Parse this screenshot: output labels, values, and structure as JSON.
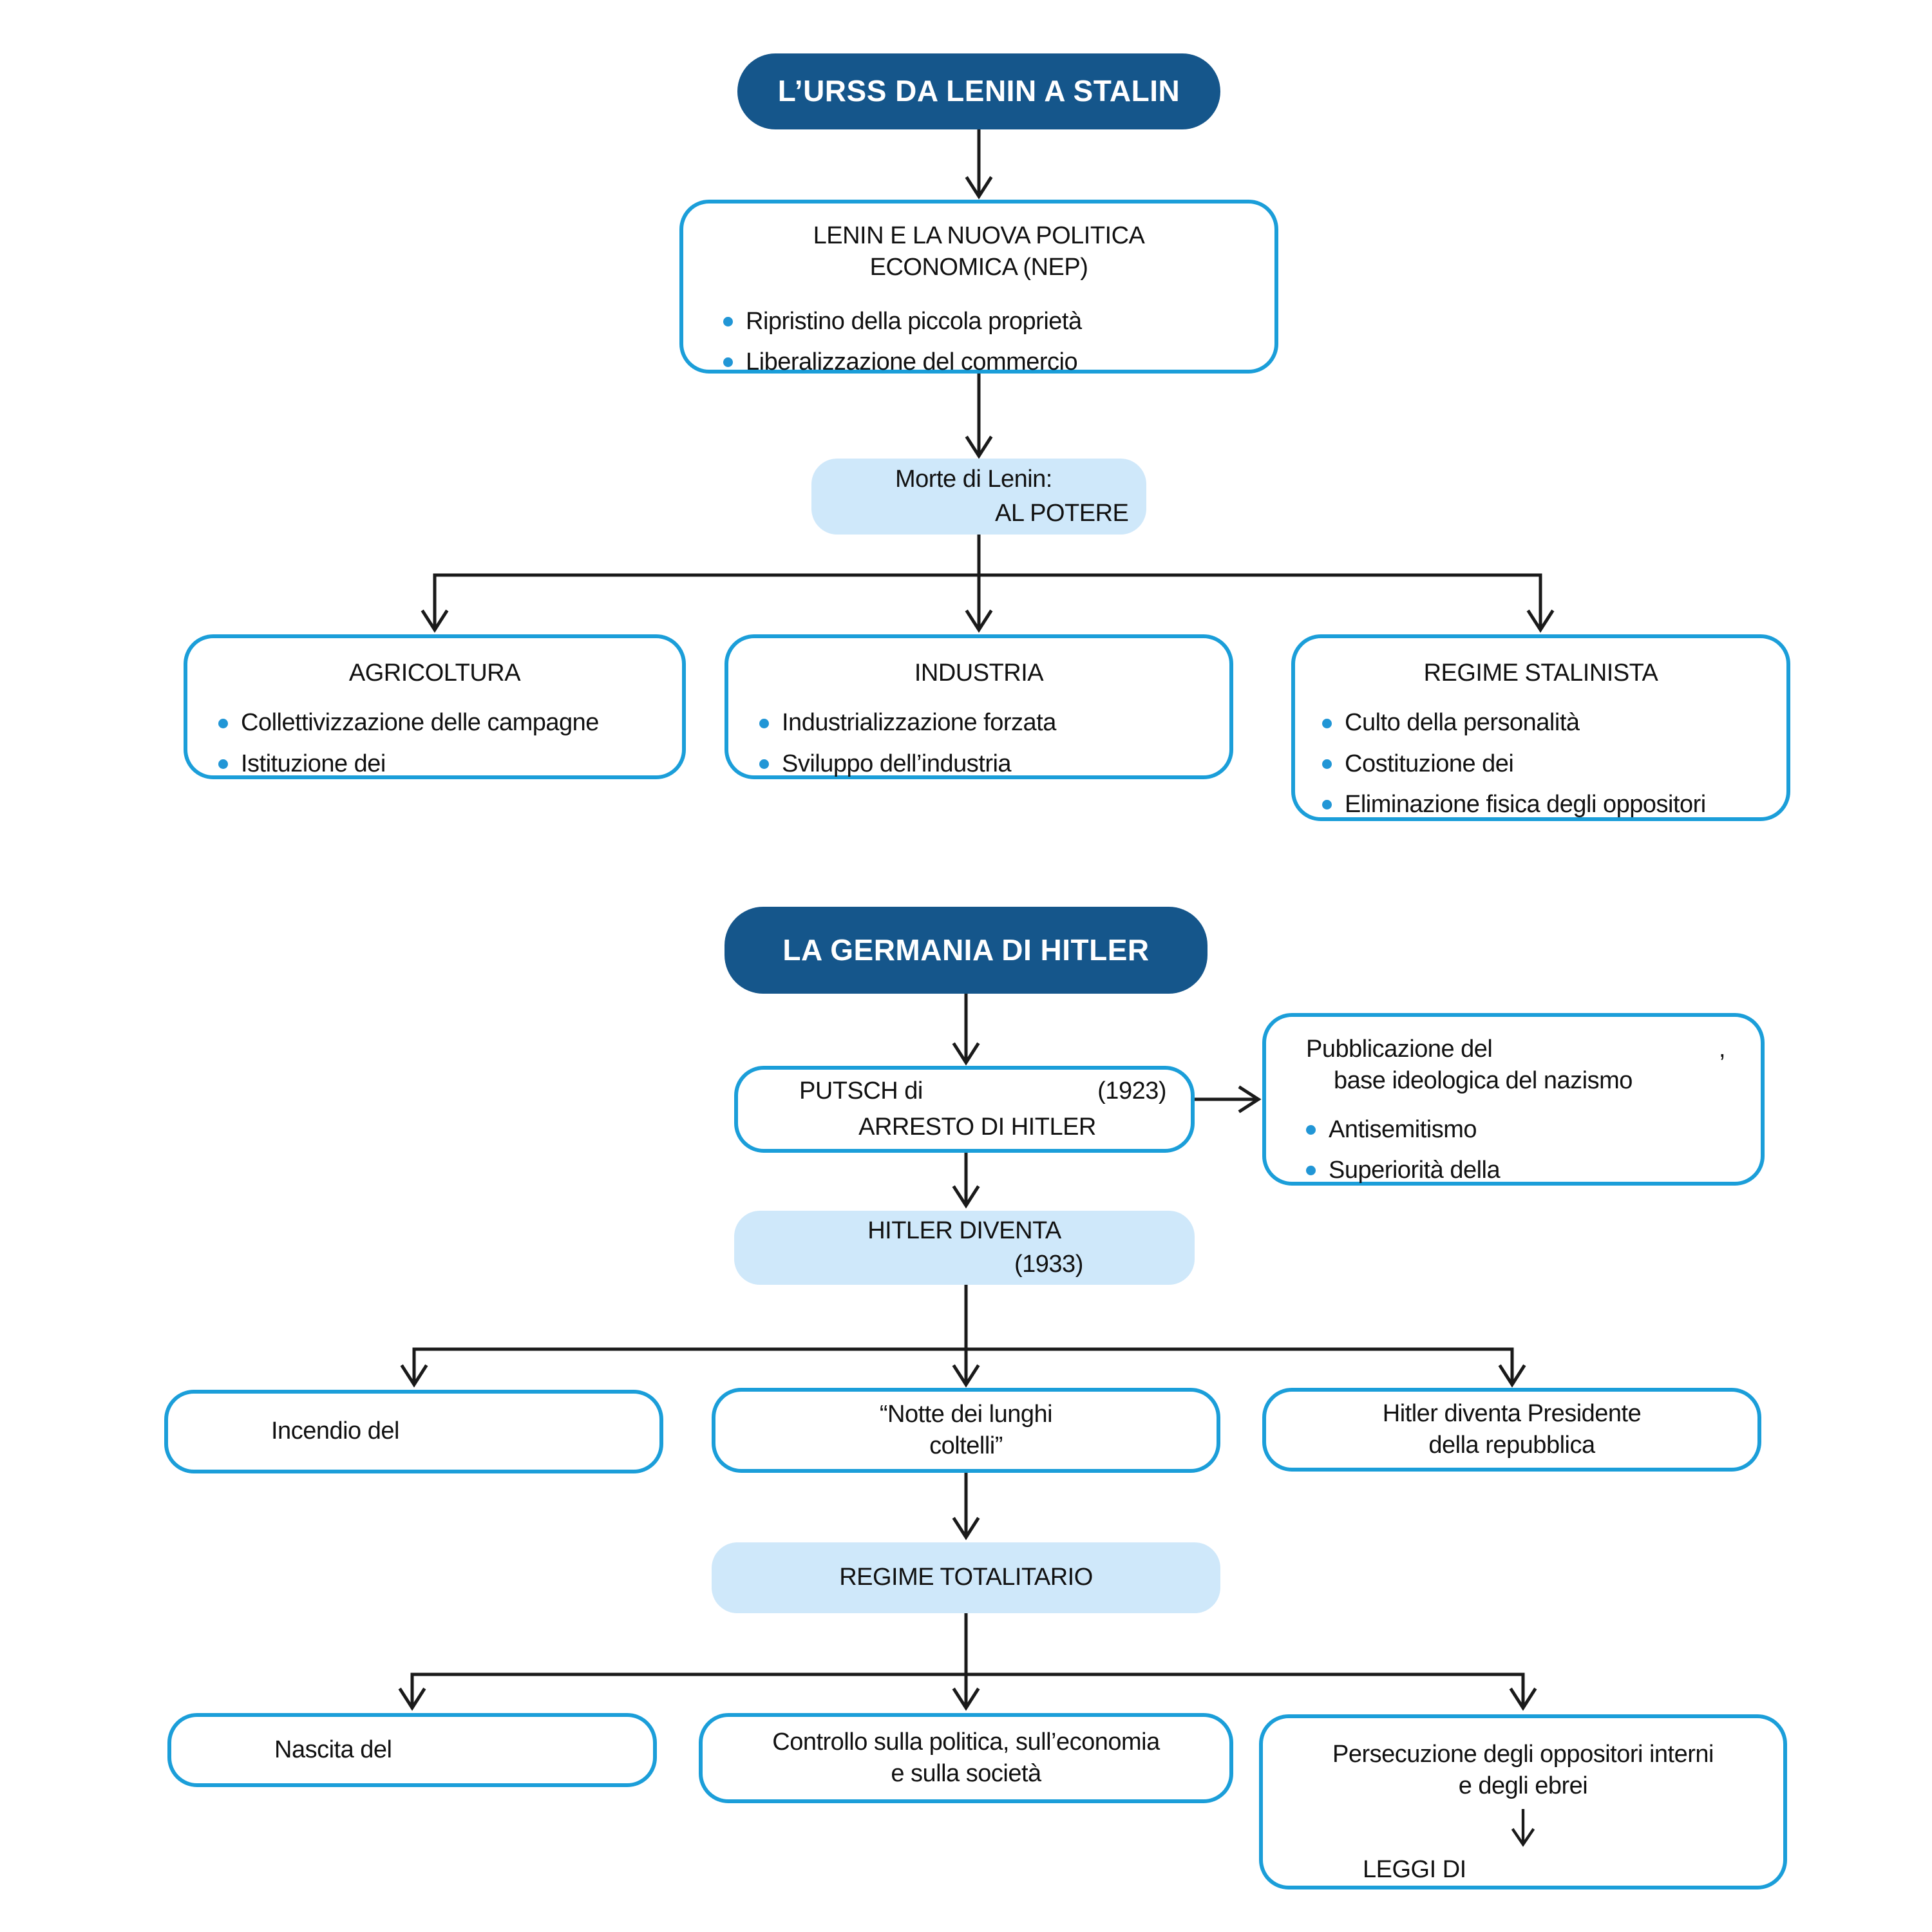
{
  "palette": {
    "header_bg": "#15568b",
    "header_text": "#ffffff",
    "outline": "#1b9ed9",
    "light_fill": "#cfe8fa",
    "bullet": "#2196d6",
    "ink": "#111111",
    "line": "#1a1a1a"
  },
  "urss": {
    "header": "L’URSS DA LENIN A STALIN",
    "nep": {
      "title_line1": "LENIN E LA NUOVA POLITICA",
      "title_line2": "ECONOMICA (NEP)",
      "bullets": [
        "Ripristino della piccola proprietà",
        "Liberalizzazione del commercio"
      ]
    },
    "morte": {
      "line1": "Morte di Lenin:",
      "line2": "AL POTERE"
    },
    "agricoltura": {
      "title": "AGRICOLTURA",
      "bullets": [
        "Collettivizzazione delle campagne",
        "Istituzione dei"
      ]
    },
    "industria": {
      "title": "INDUSTRIA",
      "bullets": [
        "Industrializzazione forzata",
        "Sviluppo dell’industria"
      ]
    },
    "regime_stalinista": {
      "title": "REGIME STALINISTA",
      "bullets": [
        "Culto della personalità",
        "Costituzione dei",
        "Eliminazione fisica degli oppositori"
      ]
    }
  },
  "germania": {
    "header": "LA GERMANIA DI HITLER",
    "putsch": {
      "line1_left": "PUTSCH di",
      "line1_right": "(1923)",
      "line2": "ARRESTO DI HITLER"
    },
    "pubblicazione": {
      "line1_left": "Pubblicazione del",
      "line1_right": ",",
      "line2": "base ideologica del nazismo",
      "bullets": [
        "Antisemitismo",
        "Superiorità della"
      ]
    },
    "diventa": {
      "line1": "HITLER DIVENTA",
      "line2": "(1933)"
    },
    "incendio": {
      "label": "Incendio del"
    },
    "notte": {
      "line1": "“Notte dei lunghi",
      "line2": "coltelli”"
    },
    "presidente": {
      "line1": "Hitler diventa Presidente",
      "line2": "della repubblica"
    },
    "totalitario": {
      "label": "REGIME TOTALITARIO"
    },
    "nascita": {
      "label": "Nascita del"
    },
    "controllo": {
      "line1": "Controllo sulla politica, sull’economia",
      "line2": "e sulla società"
    },
    "persecuzione": {
      "line1": "Persecuzione degli oppositori interni",
      "line2": "e degli ebrei",
      "line3": "LEGGI DI"
    }
  }
}
